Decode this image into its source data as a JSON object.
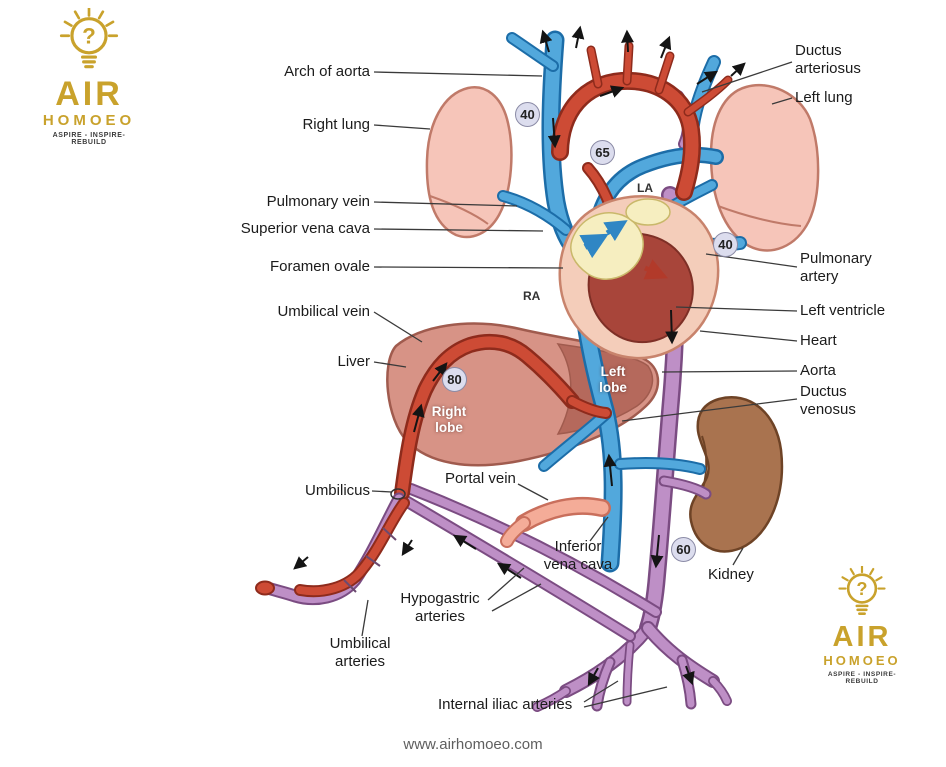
{
  "page": {
    "website": "www.airhomoeo.com"
  },
  "logo": {
    "brand": "AIR",
    "sub": "HOMOEO",
    "tagline": "ASPIRE - INSPIRE- REBUILD",
    "mark": "?"
  },
  "labels": {
    "arch_of_aorta": "Arch of aorta",
    "right_lung": "Right lung",
    "pulmonary_vein": "Pulmonary vein",
    "superior_vena_cava": "Superior vena cava",
    "foramen_ovale": "Foramen ovale",
    "umbilical_vein": "Umbilical vein",
    "liver": "Liver",
    "umbilicus": "Umbilicus",
    "portal_vein": "Portal vein",
    "hypogastric_arteries": "Hypogastric\narteries",
    "umbilical_arteries": "Umbilical\narteries",
    "inferior_vena_cava": "Inferior\nvena cava",
    "internal_iliac_arteries": "Internal iliac arteries",
    "kidney": "Kidney",
    "ductus_arteriosus": "Ductus\narteriosus",
    "left_lung": "Left lung",
    "pulmonary_artery": "Pulmonary\nartery",
    "left_ventricle": "Left ventricle",
    "heart": "Heart",
    "aorta": "Aorta",
    "ductus_venosus": "Ductus\nvenosus",
    "left_atrium_abbr": "LA",
    "right_atrium_abbr": "RA",
    "right_lobe": "Right\nlobe",
    "left_lobe": "Left\nlobe"
  },
  "oxygen_values": {
    "upper_body": "40",
    "heart": "65",
    "left_lung_side": "40",
    "liver": "80",
    "lower_body": "60"
  },
  "colors": {
    "artery_red": "#CD4B35",
    "vein_blue": "#52A8DC",
    "mixed_purple": "#BE8FC6",
    "lung_pink": "#F6C5B9",
    "liver_pink": "#D79386",
    "kidney_brown": "#A9734F",
    "brand_gold": "#C9A22C",
    "badge_bg": "#DCDDEE"
  }
}
